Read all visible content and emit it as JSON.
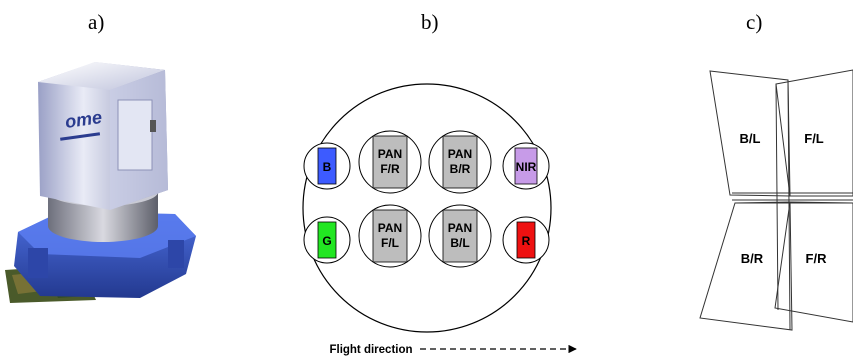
{
  "panels": {
    "a": {
      "label": "a)"
    },
    "b": {
      "label": "b)"
    },
    "c": {
      "label": "c)"
    }
  },
  "camera_photo": {
    "logo_text": "ome"
  },
  "sensor_layout": {
    "cells": [
      {
        "label": "B",
        "color": "#3d5bff"
      },
      {
        "label_line1": "PAN",
        "label_line2": "F/R",
        "color": "#bdbdbd"
      },
      {
        "label_line1": "PAN",
        "label_line2": "B/R",
        "color": "#bdbdbd"
      },
      {
        "label": "NIR",
        "color": "#c79be8"
      },
      {
        "label": "G",
        "color": "#22e622"
      },
      {
        "label_line1": "PAN",
        "label_line2": "F/L",
        "color": "#bdbdbd"
      },
      {
        "label_line1": "PAN",
        "label_line2": "B/L",
        "color": "#bdbdbd"
      },
      {
        "label": "R",
        "color": "#ee1111"
      }
    ],
    "flight_direction": "Flight direction"
  },
  "footprint": {
    "quadrants": [
      "B/L",
      "F/L",
      "B/R",
      "F/R"
    ]
  }
}
